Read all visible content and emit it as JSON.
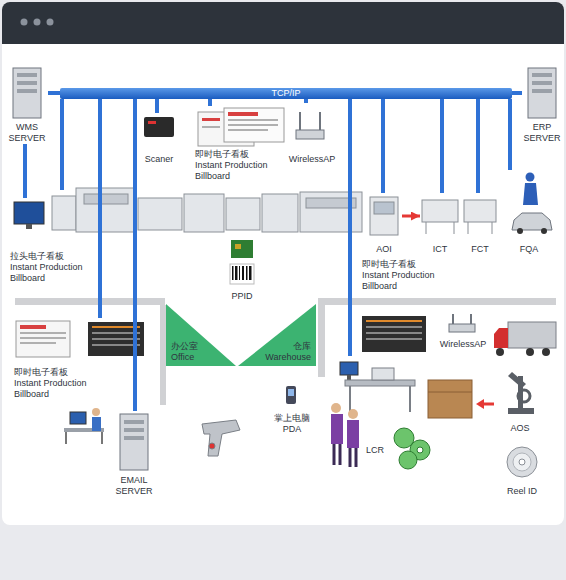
{
  "diagram": {
    "nodes": [
      {
        "text": [
          "TCP/IP"
        ]
      },
      {
        "text": [
          "WMS SERVER"
        ]
      },
      {
        "text": [
          "ERP SERVER"
        ]
      },
      {
        "text": [
          "Scaner"
        ]
      },
      {
        "text": [
          "即时电子看板",
          "Instant Production Billboard"
        ]
      },
      {
        "text": [
          "WirelessAP"
        ]
      },
      {
        "text": [
          "拉头电子看板",
          "Instant Production Billboard"
        ]
      },
      {
        "text": [
          "AOI"
        ]
      },
      {
        "text": [
          "ICT"
        ]
      },
      {
        "text": [
          "FCT"
        ]
      },
      {
        "text": [
          "FQA"
        ]
      },
      {
        "text": [
          "PPID"
        ]
      },
      {
        "text": [
          "即时电子看板",
          "Instant Production Billboard"
        ]
      },
      {
        "text": [
          "办公室",
          "Office"
        ]
      },
      {
        "text": [
          "仓库",
          "Warehouse"
        ]
      },
      {
        "text": [
          "即时电子看板",
          "Instant Production Billboard"
        ]
      },
      {
        "text": [
          "WirelessAP"
        ]
      },
      {
        "text": [
          "EMAIL SERVER"
        ]
      },
      {
        "text": [
          "掌上电脑",
          "PDA"
        ]
      },
      {
        "text": [
          "LCR"
        ]
      },
      {
        "text": [
          "AOS"
        ]
      },
      {
        "text": [
          "Reel ID"
        ]
      }
    ],
    "edges": [
      {
        "from": 0,
        "to": 1,
        "arrow": "none"
      },
      {
        "from": 0,
        "to": 2,
        "arrow": "none"
      },
      {
        "from": 0,
        "to": 3,
        "arrow": "none"
      },
      {
        "from": 0,
        "to": 4,
        "arrow": "none"
      },
      {
        "from": 0,
        "to": 5,
        "arrow": "none"
      },
      {
        "from": 0,
        "to": 7,
        "arrow": "none"
      },
      {
        "from": 0,
        "to": 8,
        "arrow": "none"
      },
      {
        "from": 0,
        "to": 9,
        "arrow": "none"
      },
      {
        "from": 0,
        "to": 10,
        "arrow": "none"
      },
      {
        "from": 0,
        "to": 15,
        "arrow": "none"
      },
      {
        "from": 0,
        "to": 17,
        "arrow": "none"
      },
      {
        "from": 0,
        "to": 19,
        "arrow": "none"
      },
      {
        "from": 1,
        "to": 6,
        "arrow": "none"
      },
      {
        "from": 7,
        "to": 8,
        "arrow": "to"
      }
    ]
  }
}
